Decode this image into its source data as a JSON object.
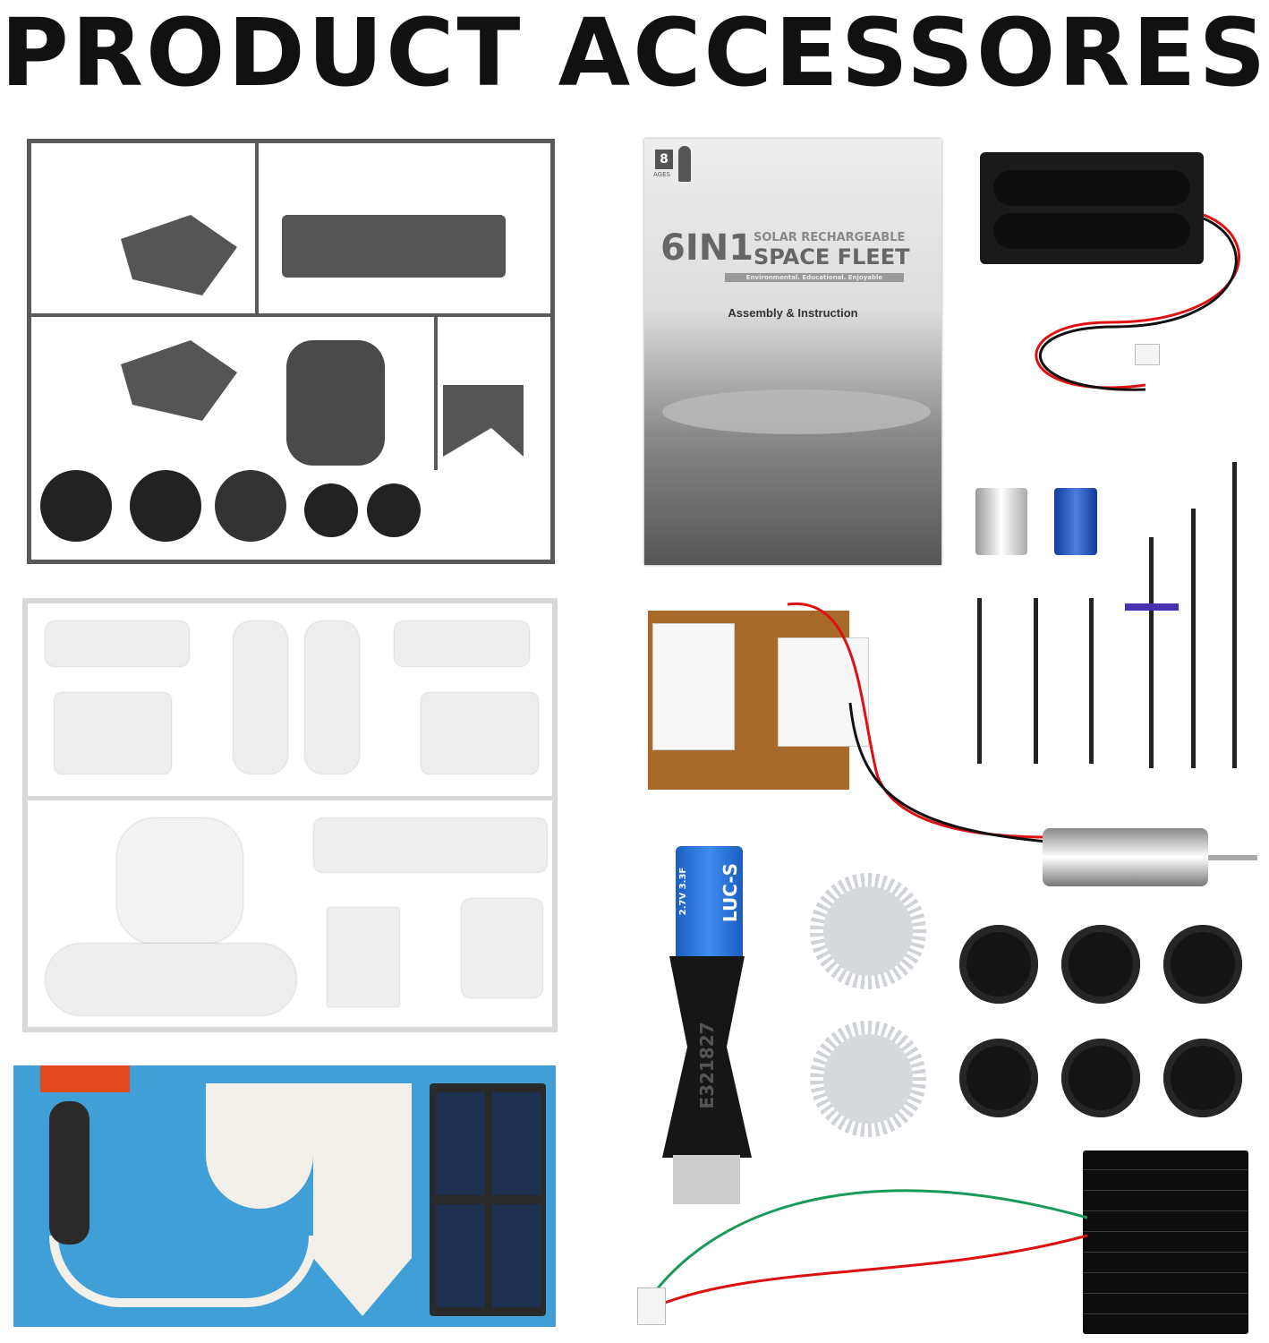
{
  "title": "PRODUCT ACCESSORES",
  "manual": {
    "age_badge": "8",
    "age_label": "AGES",
    "brand_number": "6IN1",
    "subtitle": "SOLAR RECHARGEABLE",
    "product_name": "SPACE FLEET",
    "tagline": "Environmental. Educational. Enjoyable",
    "instruction_label": "Assembly & Instruction"
  },
  "capacitor": {
    "rating": "2.7V 3.3F",
    "brand": "LUC-S",
    "code": "E321827"
  },
  "colors": {
    "gray_plastic": "#5a5a5a",
    "white_plastic": "#d8d8d8",
    "sticker_blue": "#3f9fd6",
    "capacitor_blue": "#1f6fd0",
    "wire_red": "#d11",
    "wire_green": "#1a9a5a"
  }
}
